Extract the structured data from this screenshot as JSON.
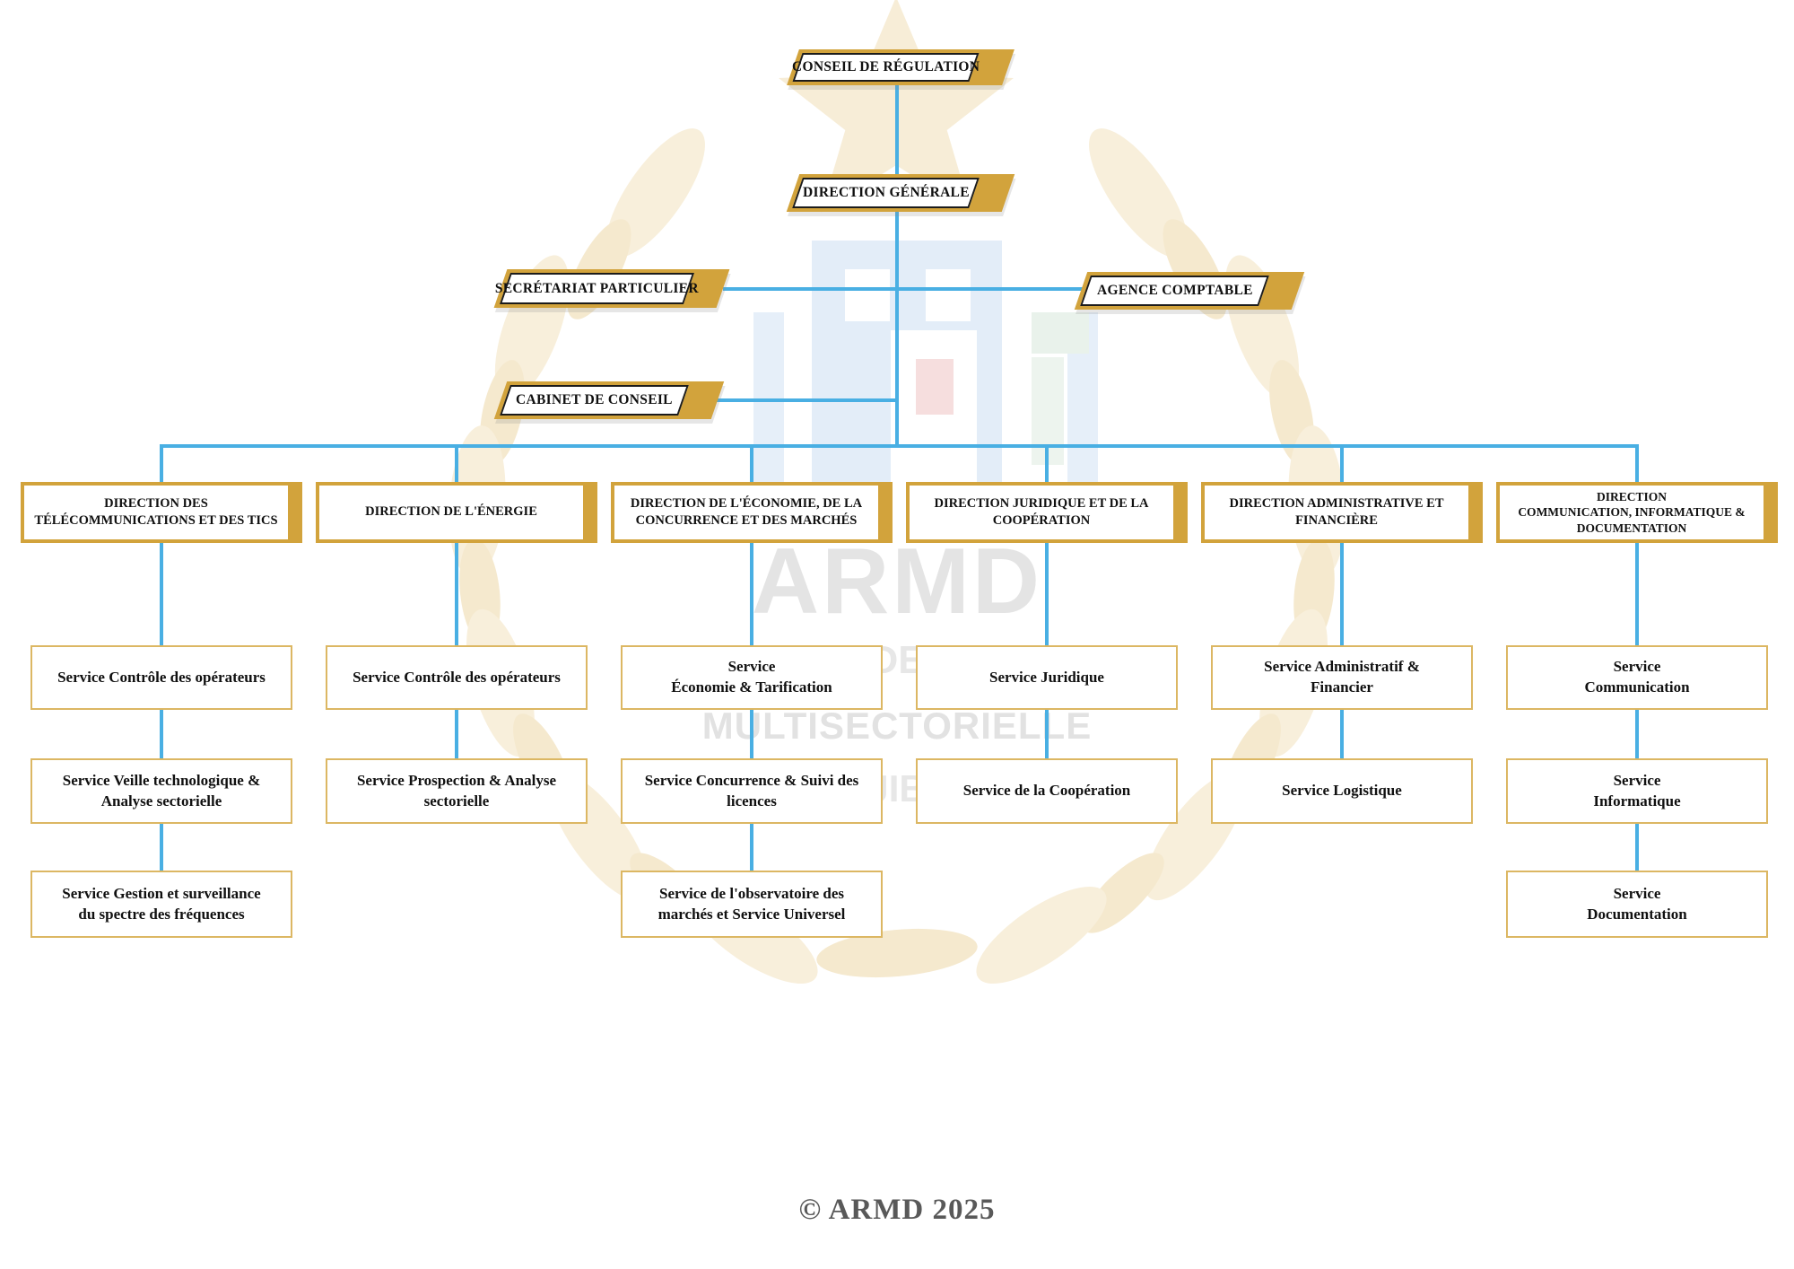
{
  "top_boxes": {
    "conseil": "CONSEIL DE RÉGULATION",
    "direction_generale": "DIRECTION GÉNÉRALE",
    "secretariat": "SECRÉTARIAT PARTICULIER",
    "agence": "AGENCE COMPTABLE",
    "cabinet": "CABINET DE CONSEIL"
  },
  "directions": [
    {
      "label": "DIRECTION DES\nTÉLÉCOMMUNICATIONS ET DES TICS",
      "services": [
        "Service Contrôle des opérateurs",
        "Service Veille technologique &\nAnalyse sectorielle",
        "Service Gestion et surveillance\ndu spectre des fréquences"
      ]
    },
    {
      "label": "DIRECTION DE L'ÉNERGIE",
      "services": [
        "Service Contrôle des opérateurs",
        "Service Prospection & Analyse\nsectorielle"
      ]
    },
    {
      "label": "DIRECTION DE L'ÉCONOMIE, DE LA\nCONCURRENCE ET DES MARCHÉS",
      "services": [
        "Service\nÉconomie & Tarification",
        "Service Concurrence & Suivi des\nlicences",
        "Service de l'observatoire des\nmarchés et Service Universel"
      ]
    },
    {
      "label": "DIRECTION JURIDIQUE ET DE LA\nCOOPÉRATION",
      "services": [
        "Service Juridique",
        "Service de la Coopération"
      ]
    },
    {
      "label": "DIRECTION ADMINISTRATIVE ET\nFINANCIÈRE",
      "services": [
        "Service Administratif &\nFinancier",
        "Service Logistique"
      ]
    },
    {
      "label": "DIRECTION\nCOMMUNICATION, INFORMATIQUE &\nDOCUMENTATION",
      "services": [
        "Service\nCommunication",
        "Service\nInformatique",
        "Service\nDocumentation"
      ]
    }
  ],
  "watermark": {
    "big": "ARMD",
    "line2": "DE",
    "line3": "MULTISECTORIELLE",
    "line4": "DE DJIBOUTI"
  },
  "footer": {
    "copyright": "© ARMD 2025"
  },
  "colors": {
    "gold": "#d2a33c",
    "gold_light": "#dcb763",
    "connector_blue": "#49afe3",
    "watermark_cream": "#f7edd7",
    "watermark_blue": "#e3edf8",
    "watermark_pink": "#f6dede",
    "text": "#101010"
  }
}
